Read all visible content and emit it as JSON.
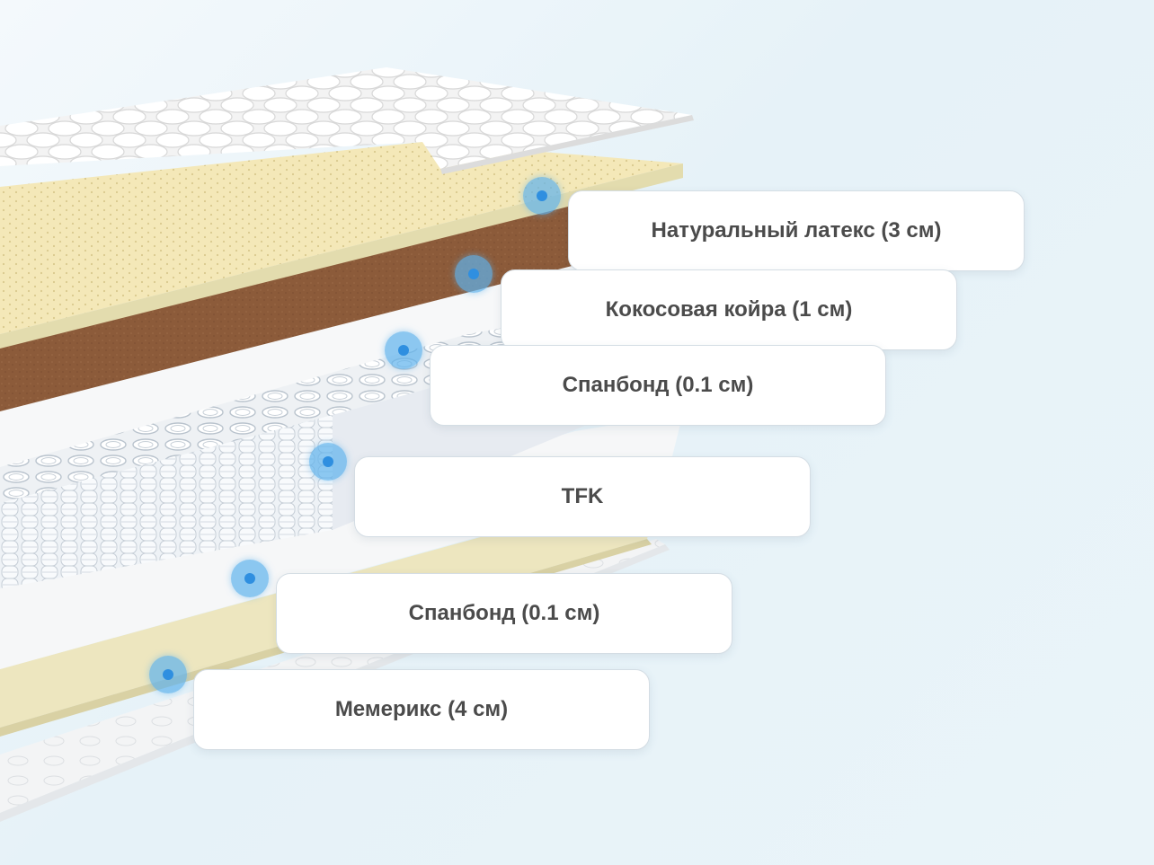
{
  "layers": [
    {
      "label": "Натуральный латекс (3 см)",
      "marker_icon": "layer-marker-icon"
    },
    {
      "label": "Кокосовая койра (1 см)",
      "marker_icon": "layer-marker-icon"
    },
    {
      "label": "Спанбонд (0.1 см)",
      "marker_icon": "layer-marker-icon"
    },
    {
      "label": "TFK",
      "marker_icon": "layer-marker-icon"
    },
    {
      "label": "Спанбонд (0.1 см)",
      "marker_icon": "layer-marker-icon"
    },
    {
      "label": "Мемерикс (4 см)",
      "marker_icon": "layer-marker-icon"
    }
  ],
  "colors": {
    "background": "#eaf4f9",
    "cover": "#f2f2f2",
    "latex": "#f2e6b4",
    "coir": "#8a5a3b",
    "spunbond": "#f5f6f7",
    "springs": "#dfe5ec",
    "memory_foam": "#e9e2b8",
    "marker": "#5eb2ec",
    "label_text": "#4b4b4b"
  }
}
